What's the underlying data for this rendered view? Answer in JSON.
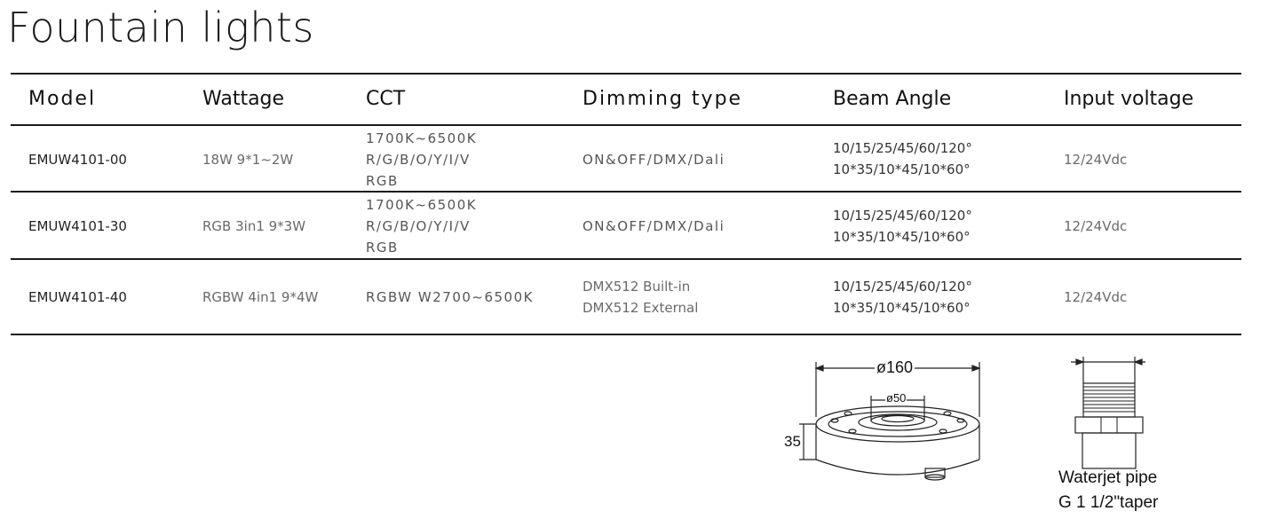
{
  "page": {
    "title": "Fountain lights"
  },
  "table": {
    "headers": [
      "Model",
      "Wattage",
      "CCT",
      "Dimming type",
      "Beam Angle",
      "Input voltage"
    ],
    "rows": [
      {
        "model": "EMUW4101-00",
        "wattage": "18W  9*1~2W",
        "cct": [
          "1700K~6500K",
          "R/G/B/O/Y/I/V",
          "RGB"
        ],
        "dimming": [
          "ON&OFF/DMX/Dali"
        ],
        "beam": [
          "10/15/25/45/60/120°",
          "10*35/10*45/10*60°"
        ],
        "voltage": "12/24Vdc"
      },
      {
        "model": "EMUW4101-30",
        "wattage": "RGB 3in1  9*3W",
        "cct": [
          "1700K~6500K",
          "R/G/B/O/Y/I/V",
          "RGB"
        ],
        "dimming": [
          "ON&OFF/DMX/Dali"
        ],
        "beam": [
          "10/15/25/45/60/120°",
          "10*35/10*45/10*60°"
        ],
        "voltage": "12/24Vdc"
      },
      {
        "model": "EMUW4101-40",
        "wattage": "RGBW 4in1  9*4W",
        "cct": [
          "RGBW W2700~6500K"
        ],
        "dimming": [
          "DMX512 Built-in",
          "DMX512 External"
        ],
        "beam": [
          "10/15/25/45/60/120°",
          "10*35/10*45/10*60°"
        ],
        "voltage": "12/24Vdc"
      }
    ]
  },
  "drawing": {
    "diameter_outer": "ø160",
    "diameter_inner": "ø50",
    "height": "35",
    "pipe_caption_1": "Waterjet pipe",
    "pipe_caption_2": "G 1 1/2\"taper"
  }
}
